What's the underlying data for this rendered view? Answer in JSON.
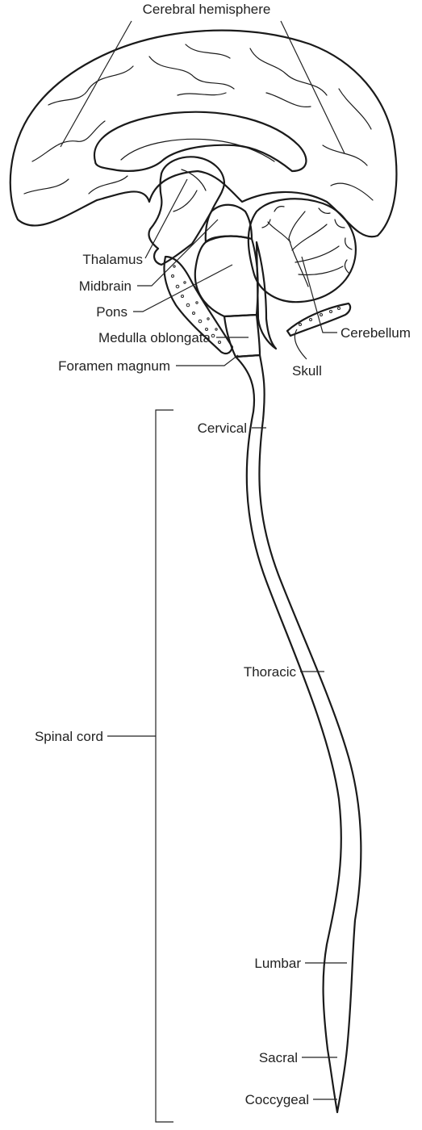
{
  "labels": {
    "cerebral_hemisphere": "Cerebral hemisphere",
    "thalamus": "Thalamus",
    "midbrain": "Midbrain",
    "pons": "Pons",
    "medulla_oblongata": "Medulla oblongata",
    "foramen_magnum": "Foramen magnum",
    "cerebellum": "Cerebellum",
    "skull": "Skull",
    "cervical": "Cervical",
    "thoracic": "Thoracic",
    "spinal_cord": "Spinal cord",
    "lumbar": "Lumbar",
    "sacral": "Sacral",
    "coccygeal": "Coccygeal"
  },
  "colors": {
    "cerebrum": "#c6c6c6",
    "thalamus": "#f28b95",
    "midbrain": "#6cb0e8",
    "pons": "#e2f1ea",
    "cerebellum": "#e2f1ea",
    "medulla": "#fad2d4",
    "spinal_cord": "#bcdcf4"
  }
}
